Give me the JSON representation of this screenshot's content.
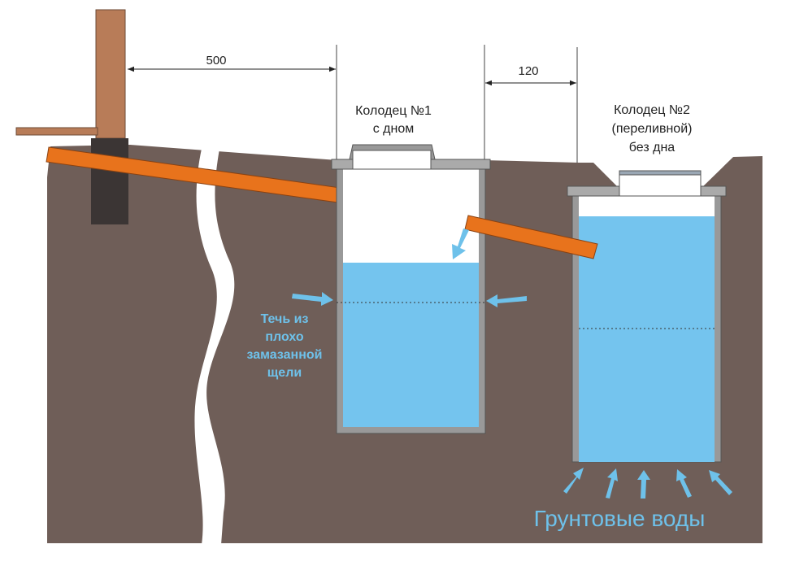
{
  "dimensions": {
    "distance_house_to_well1": "500",
    "distance_well1_to_well2": "120"
  },
  "well1": {
    "title_line1": "Колодец №1",
    "title_line2": "с дном"
  },
  "well2": {
    "title_line1": "Колодец №2",
    "title_line2": "(переливной)",
    "title_line3": "без дна"
  },
  "leak_label": [
    "Течь из",
    "плохо",
    "замазанной",
    "щели"
  ],
  "groundwater_label": "Грунтовые воды",
  "colors": {
    "soil": "#6f5e58",
    "water": "#74c4ee",
    "pipe": "#e8731c",
    "post": "#b87c58",
    "concrete": "#9a9a9a",
    "arrow": "#6ec1ea"
  }
}
